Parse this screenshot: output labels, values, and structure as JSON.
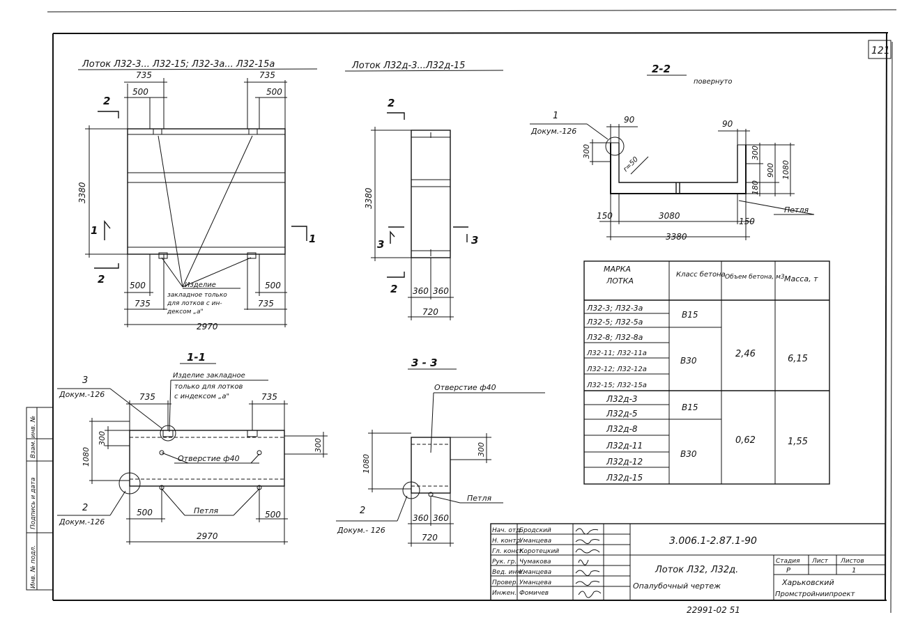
{
  "sheet": {
    "page_number": "121",
    "stamp_bottom": "22991-02  51"
  },
  "plan_view": {
    "title": "Лоток Л32-3... Л32-15; Л32-3а... Л32-15а",
    "dims": {
      "top_left_735": "735",
      "top_left_500": "500",
      "top_right_735": "735",
      "top_right_500": "500",
      "height_3380": "3380",
      "bottom_left_500": "500",
      "bottom_left_735": "735",
      "bottom_right_500": "500",
      "bottom_right_735": "735",
      "width_2970": "2970"
    },
    "section_marks": {
      "s2_top": "2",
      "s2_bottom": "2",
      "s1_left": "1",
      "s1_right": "1"
    },
    "note": [
      "Изделие",
      "закладное только",
      "для лотков с ин-",
      "дексом „а\""
    ]
  },
  "plan_view_d": {
    "title": "Лоток Л32д-3...Л32д-15",
    "dims": {
      "height_3380": "3380",
      "d360a": "360",
      "d360b": "360",
      "width_720": "720"
    },
    "section_marks": {
      "s2_top": "2",
      "s2_bottom": "2",
      "s3_left": "3",
      "s3_right": "3"
    }
  },
  "section_2_2": {
    "title": "2-2",
    "subtitle": "повернуто",
    "callout_num": "1",
    "callout_doc": "Докум.-126",
    "dims": {
      "d90_left": "90",
      "d90_right": "90",
      "d300_left": "300",
      "r50": "r=50",
      "d300_right": "300",
      "d900": "900",
      "d1080": "1080",
      "d180": "180",
      "d150_left": "150",
      "d150_right": "150",
      "d3080": "3080",
      "d3380": "3380"
    },
    "loop_label": "Петля"
  },
  "table": {
    "headers": [
      "Марка лотка",
      "Класс бетона",
      "Объем бетона, м3",
      "Масса, т"
    ],
    "marks": [
      "Л32-3; Л32-3а",
      "Л32-5; Л32-5а",
      "Л32-8; Л32-8а",
      "Л32-11; Л32-11а",
      "Л32-12; Л32-12а",
      "Л32-15; Л32-15а",
      "Л32д-3",
      "Л32д-5",
      "Л32д-8",
      "Л32д-11",
      "Л32д-12",
      "Л32д-15"
    ],
    "classes": [
      "B15",
      "B30",
      "B15",
      "B30"
    ],
    "volumes": [
      "2,46",
      "0,62"
    ],
    "masses": [
      "6,15",
      "1,55"
    ]
  },
  "section_1_1": {
    "title": "1-1",
    "note": [
      "Изделие закладное",
      "только для лотков",
      "с индексом „а\""
    ],
    "callout3_num": "3",
    "callout3_doc": "Докум.-126",
    "callout2_num": "2",
    "callout2_doc": "Докум.-126",
    "dims": {
      "d735_left": "735",
      "d735_right": "735",
      "d300_left": "300",
      "d1080": "1080",
      "d300_right": "300",
      "d500_left": "500",
      "d500_right": "500",
      "d2970": "2970"
    },
    "hole_label": "Отверстие ф40",
    "loop_label": "Петля"
  },
  "section_3_3": {
    "title": "3 - 3",
    "hole_label": "Отверстие ф40",
    "callout_num": "2",
    "callout_doc": "Докум.- 126",
    "dims": {
      "d1080": "1080",
      "d300": "300",
      "d360a": "360",
      "d360b": "360",
      "d720": "720"
    },
    "loop_label": "Петля"
  },
  "title_block": {
    "doc_code": "3.006.1-2.87.1-90",
    "roles": [
      "Нач. отд.",
      "Н. контр.",
      "Гл. конст.",
      "Рук. гр.",
      "Вед. инж.",
      "Провер.",
      "Инжен."
    ],
    "names": [
      "Бродский",
      "Уманцева",
      "Коротецкий",
      "Чумакова",
      "Уманцева",
      "Уманцева",
      "Фомичев"
    ],
    "item_title": "Лоток Л32, Л32д.",
    "item_subtitle": "Опалубочный чертеж",
    "stage_label": "Стадия",
    "sheet_label": "Лист",
    "sheets_label": "Листов",
    "stage_value": "Р",
    "sheets_value": "1",
    "org": [
      "Харьковский",
      "Промстройниипроект"
    ]
  },
  "side_stamp": [
    "Инв. № подл.",
    "Подпись и дата",
    "Взам. инв. №"
  ]
}
